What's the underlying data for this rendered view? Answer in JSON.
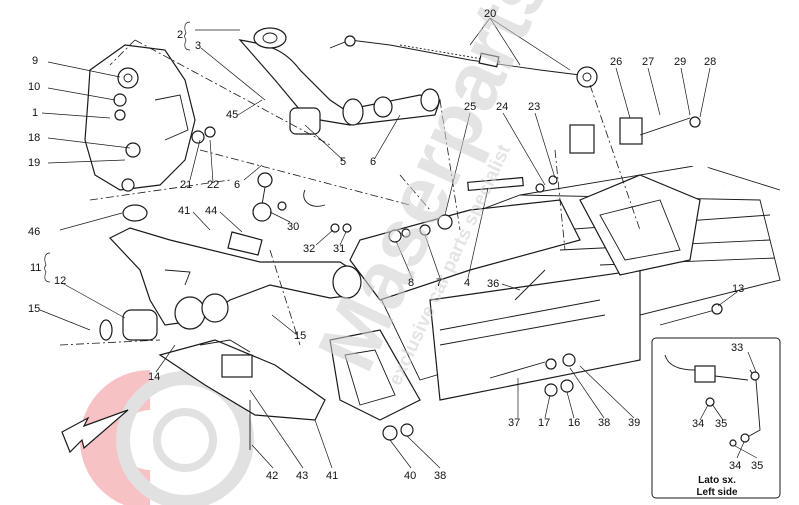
{
  "labels": {
    "n1": "1",
    "n2": "2",
    "n3": "3",
    "n4": "4",
    "n5": "5",
    "n6a": "6",
    "n6b": "6",
    "n7": "7",
    "n8": "8",
    "n9": "9",
    "n10": "10",
    "n11": "11",
    "n12": "12",
    "n13": "13",
    "n14": "14",
    "n15a": "15",
    "n15b": "15",
    "n16": "16",
    "n17": "17",
    "n18": "18",
    "n19": "19",
    "n20": "20",
    "n21": "21",
    "n22": "22",
    "n23": "23",
    "n24": "24",
    "n25": "25",
    "n26": "26",
    "n27": "27",
    "n28": "28",
    "n29": "29",
    "n30": "30",
    "n31": "31",
    "n32": "32",
    "n33": "33",
    "n34a": "34",
    "n34b": "34",
    "n35a": "35",
    "n35b": "35",
    "n36": "36",
    "n37": "37",
    "n38a": "38",
    "n38b": "38",
    "n39": "39",
    "n40": "40",
    "n41a": "41",
    "n41b": "41",
    "n42": "42",
    "n43": "43",
    "n44": "44",
    "n45": "45",
    "n46": "46"
  },
  "inset": {
    "caption_it": "Lato sx.",
    "caption_en": "Left side"
  },
  "watermark": {
    "brand": "Maserparts",
    "tagline": "exclusive car parts specialist"
  },
  "colors": {
    "line": "#1a1a1a",
    "watermark_grey": "#cfcfcf",
    "logo_red": "#e8525a"
  }
}
